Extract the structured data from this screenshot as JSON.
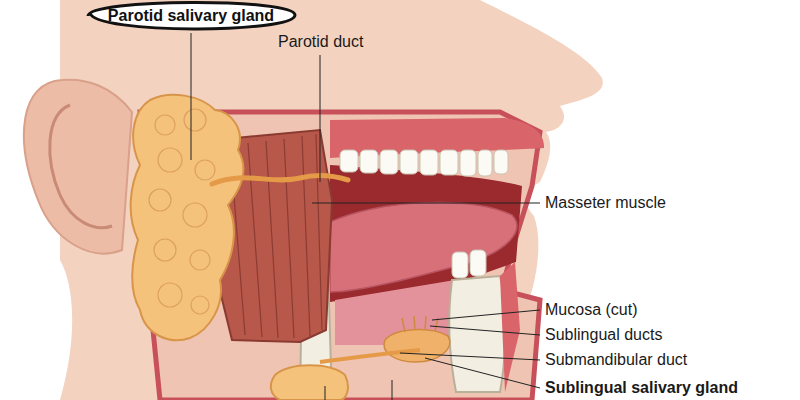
{
  "diagram": {
    "nodes": [
      {
        "text": [
          "Parotid salivary gland"
        ]
      }
    ],
    "labels": [
      "Parotid duct",
      "Masseter muscle",
      "Mucosa (cut)",
      "Sublingual ducts",
      "Submandibular duct",
      "Sublingual salivary gland"
    ]
  }
}
